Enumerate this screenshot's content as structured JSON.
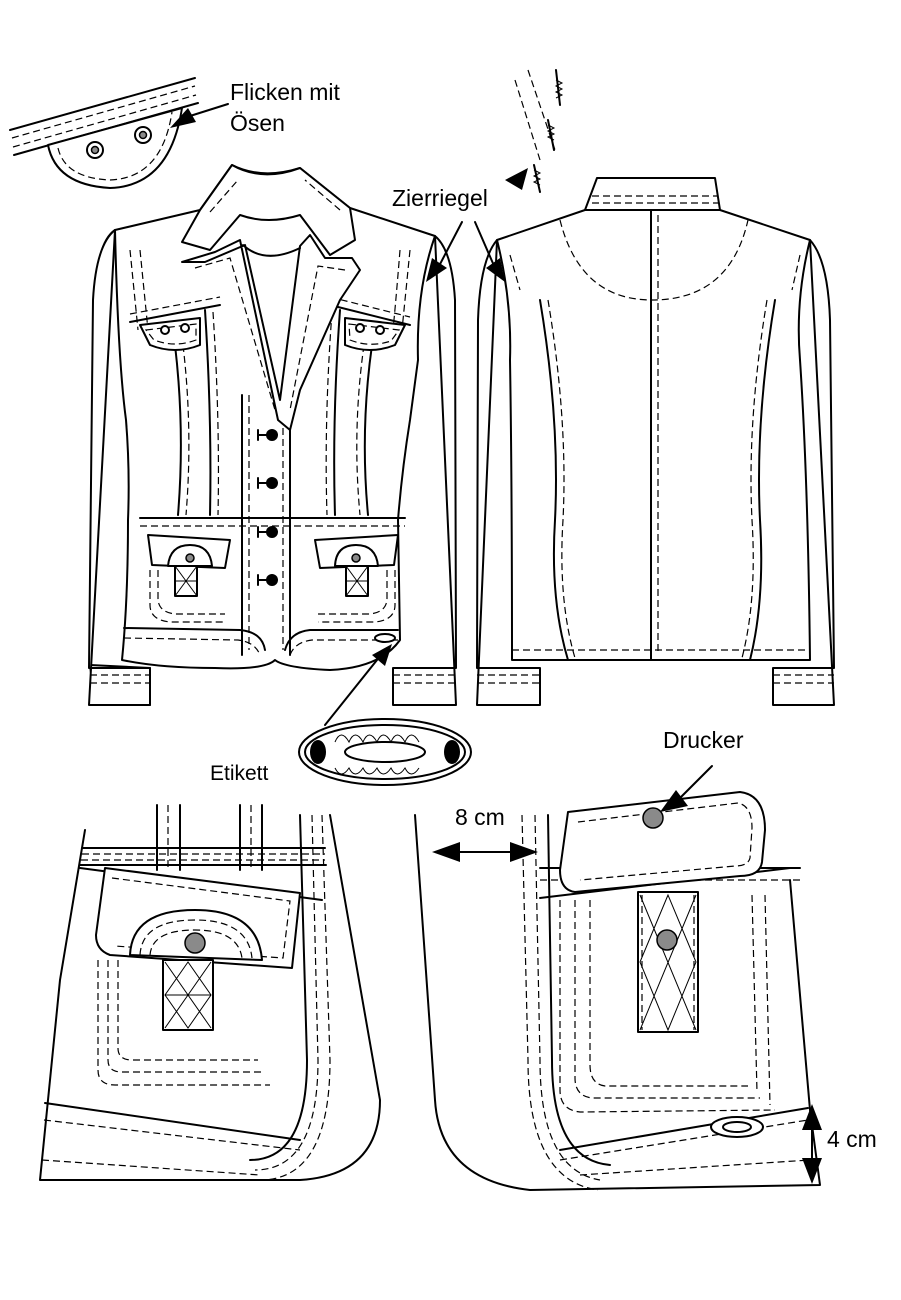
{
  "labels": {
    "patch_line1": "Flicken mit",
    "patch_line2": "Ösen",
    "bartack": "Zierriegel",
    "label_tag": "Etikett",
    "snap": "Drucker",
    "distance": "8 cm",
    "hem_height": "4 cm"
  },
  "colors": {
    "line": "#000000",
    "snap_fill": "#8a8a8a",
    "background": "#ffffff"
  }
}
